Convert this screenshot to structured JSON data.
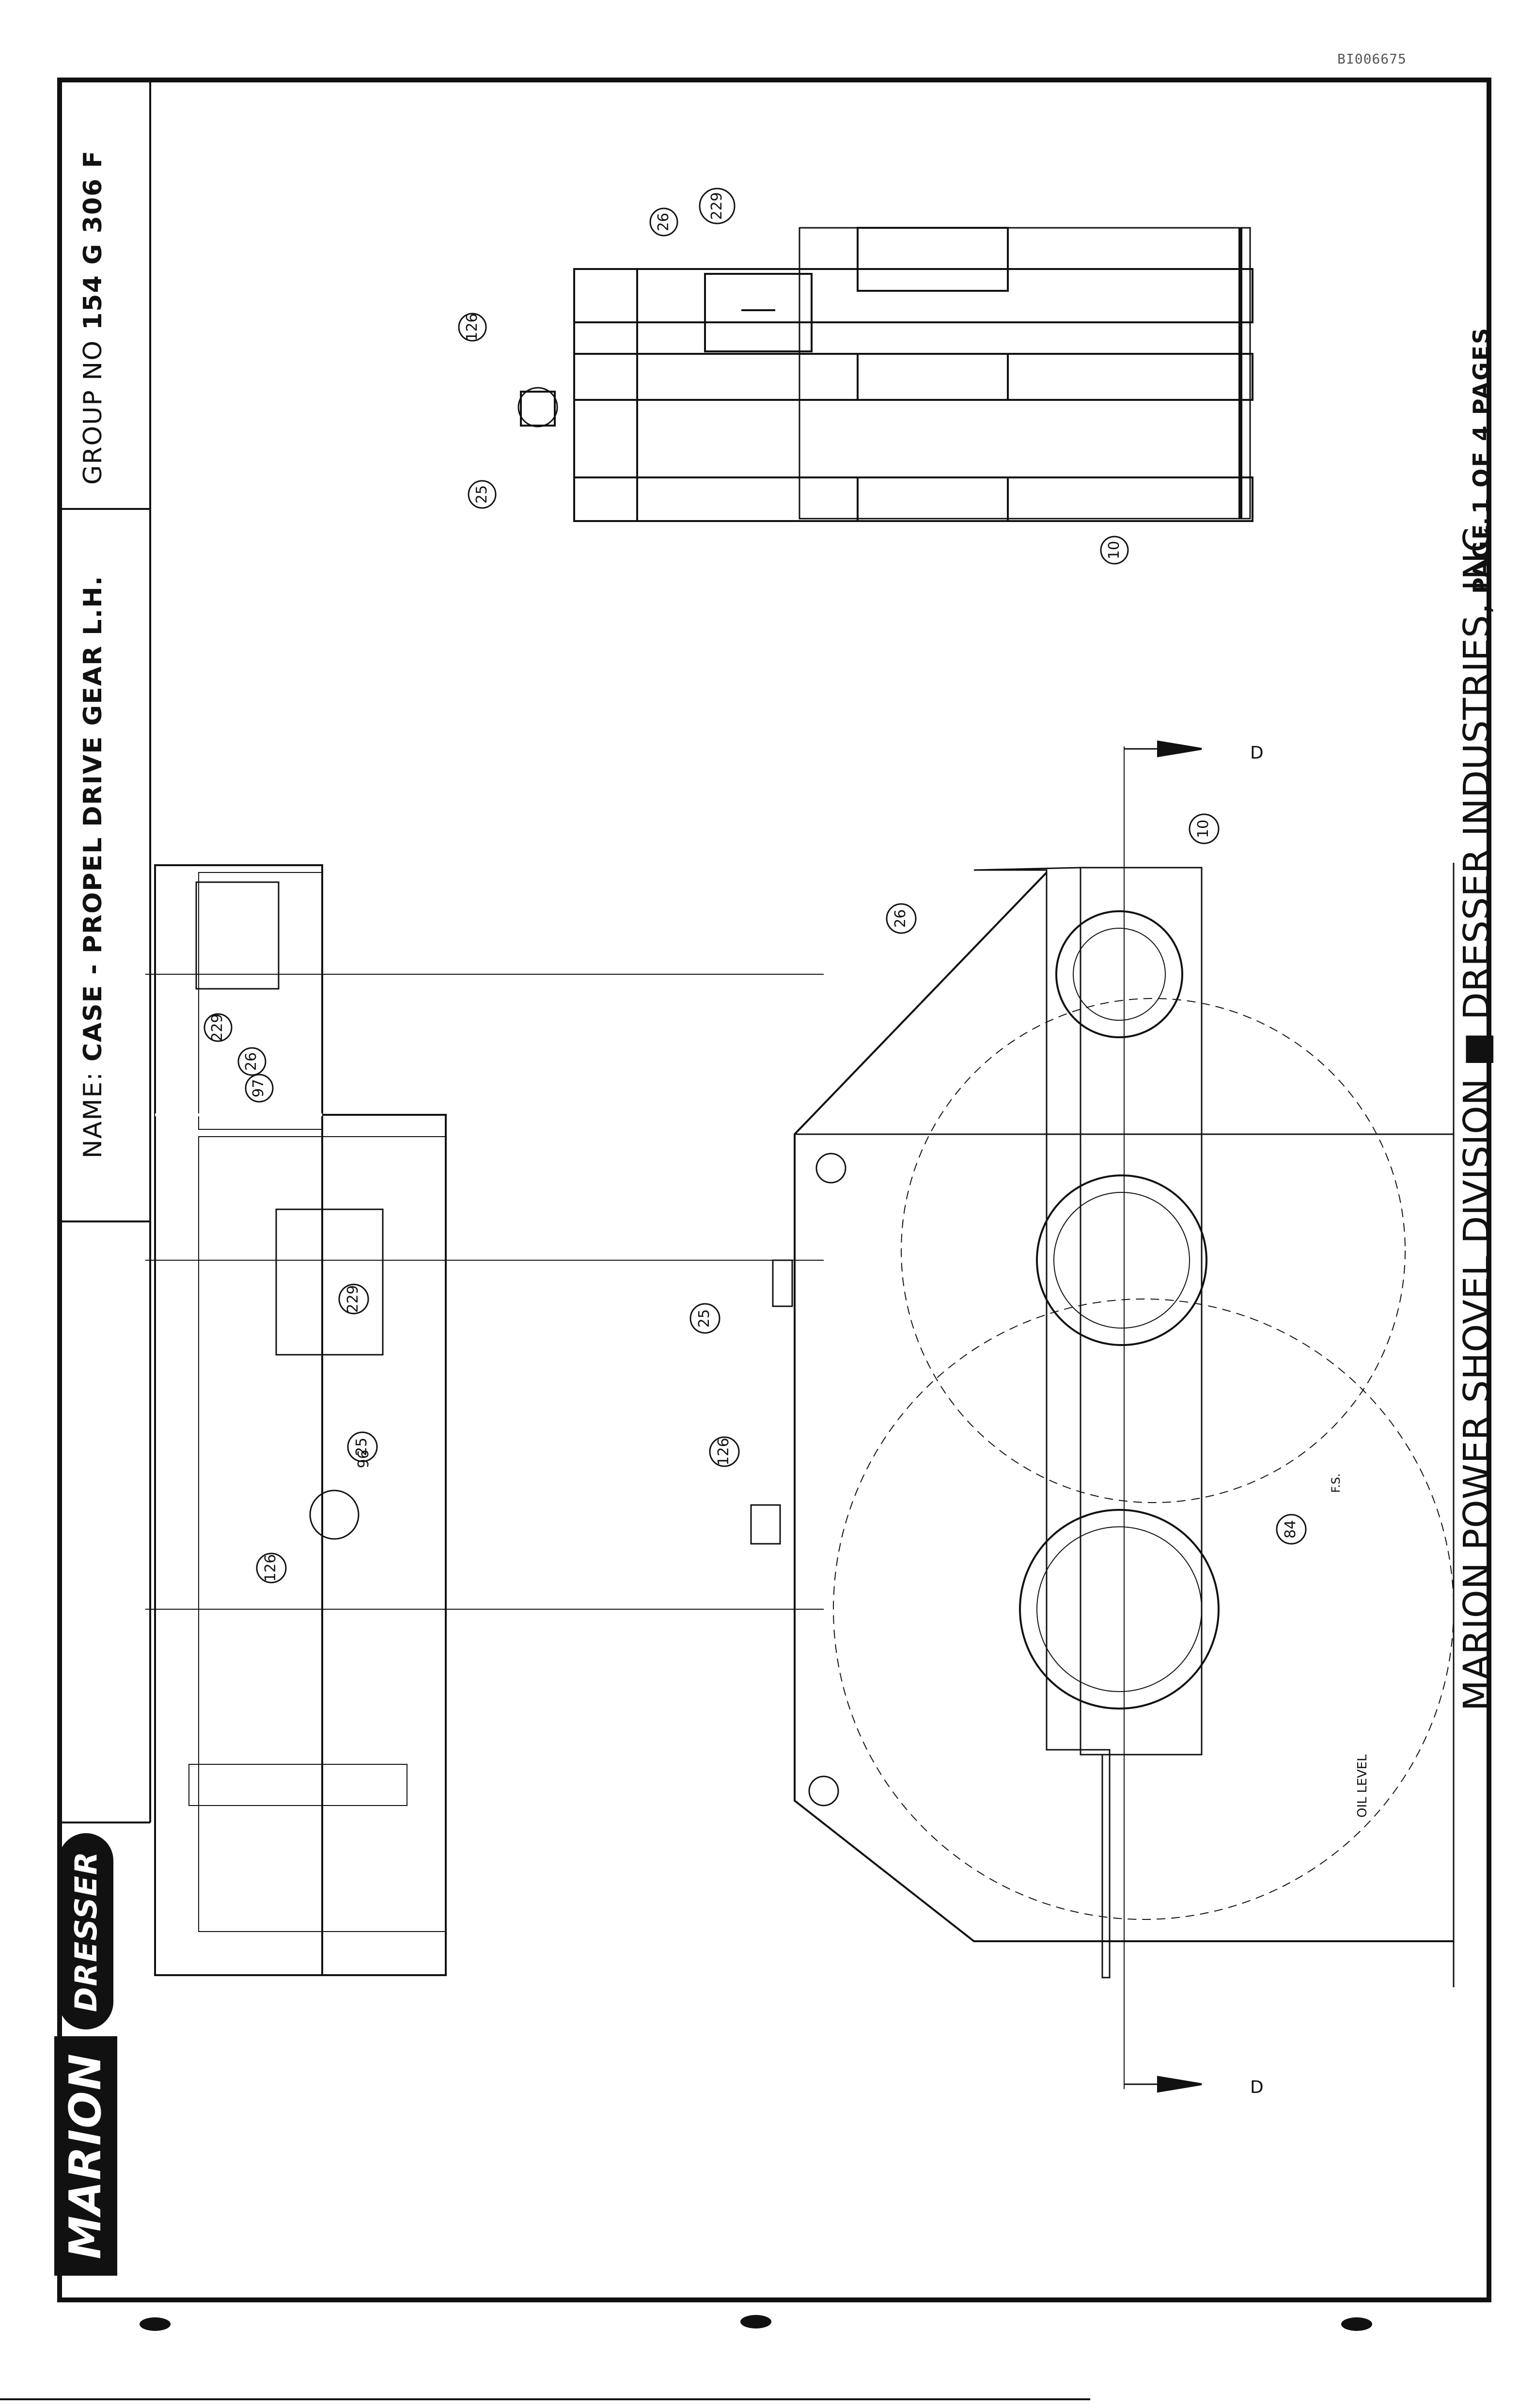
{
  "document_id": "BI006675",
  "title_block": {
    "name_label": "NAME:",
    "name_value": "CASE - PROPEL DRIVE GEAR L.H.",
    "group_label": "GROUP NO",
    "group_value": "154 G 306 F"
  },
  "logo": {
    "brand": "MARION",
    "sub_brand": "DRESSER"
  },
  "footer": {
    "company": "MARION POWER SHOVEL DIVISION ■ DRESSER INDUSTRIES, INC.",
    "page": "PAGE  1  OF  4  PAGES"
  },
  "drawing": {
    "section_marker_top": "D",
    "section_marker_bottom": "D",
    "oil_level_label": "OIL LEVEL",
    "fs_label": "F.S.",
    "callouts_side_view": [
      "126",
      "25",
      "26",
      "229",
      "10"
    ],
    "callouts_top_view": [
      "229",
      "26",
      "97",
      "25",
      "229",
      "96",
      "126"
    ],
    "callouts_main_view": [
      "26",
      "10",
      "25",
      "126",
      "84"
    ]
  }
}
